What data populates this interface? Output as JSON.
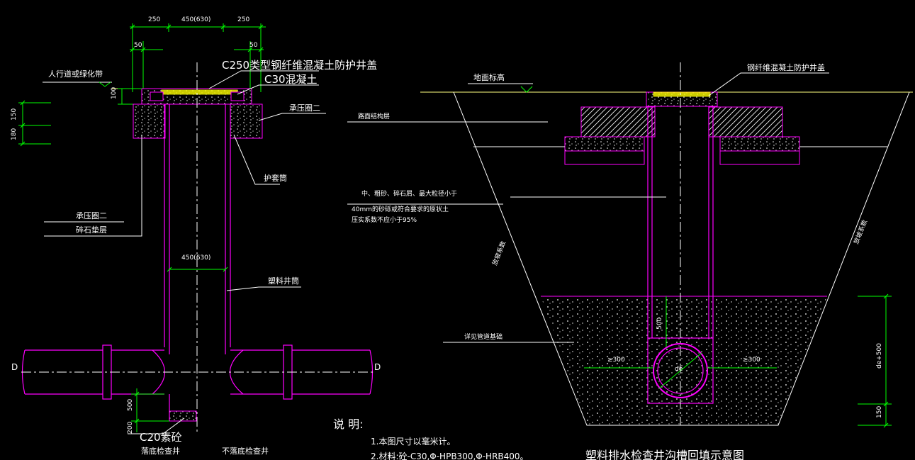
{
  "colors": {
    "background": "#000000",
    "structure": "#ff00ff",
    "dimension": "#00ff00",
    "ground": "#ffff80",
    "leader": "#ffffff",
    "cover": "#ffff00",
    "axis": "#ffffff"
  },
  "left": {
    "dims": {
      "top_left": "250",
      "top_center": "450(630)",
      "top_right": "250",
      "sub_left": "50",
      "sub_right": "50",
      "cover_h": "100",
      "side_150": "150",
      "side_180": "180",
      "inner_diam": "450(630)",
      "bot_500": "500",
      "bot_200": "200"
    },
    "labels": {
      "sidewalk": "人行道或绿化带",
      "cover": "C250类型钢纤维混凝土防护井盖",
      "c30": "C30混凝土",
      "ring_top": "承压圈二",
      "sleeve": "护套筒",
      "ring_left": "承压圈二",
      "gravel": "碎石垫层",
      "pipe": "塑料井筒",
      "d_left": "D",
      "d_right": "D",
      "c20": "C20素砼",
      "type_left": "落底检查井",
      "type_right": "不落底检查井"
    }
  },
  "notes": {
    "title": "说 明:",
    "items": [
      "1.本图尺寸以毫米计。",
      "2.材料:砼-C30,Φ-HPB300,Φ-HRB400。"
    ]
  },
  "right": {
    "labels": {
      "ground": "地面标高",
      "cover": "钢纤维混凝土防护井盖",
      "road": "路面结构层",
      "fill_1": "中、粗砂、碎石屑、最大粒径小于",
      "fill_2": "40mm的砂砾或符合要求的原状土",
      "fill_3": "压实系数不应小于95%",
      "slope_left": "放坡系数",
      "slope_right": "放坡系数",
      "base": "详见管道基础",
      "dim_500": "500",
      "dim_300_l": "≥300",
      "dim_300_r": "≥300",
      "de": "de",
      "dim_de500": "de+500",
      "dim_150": "150",
      "title": "塑料排水检查井沟槽回填示意图"
    }
  }
}
